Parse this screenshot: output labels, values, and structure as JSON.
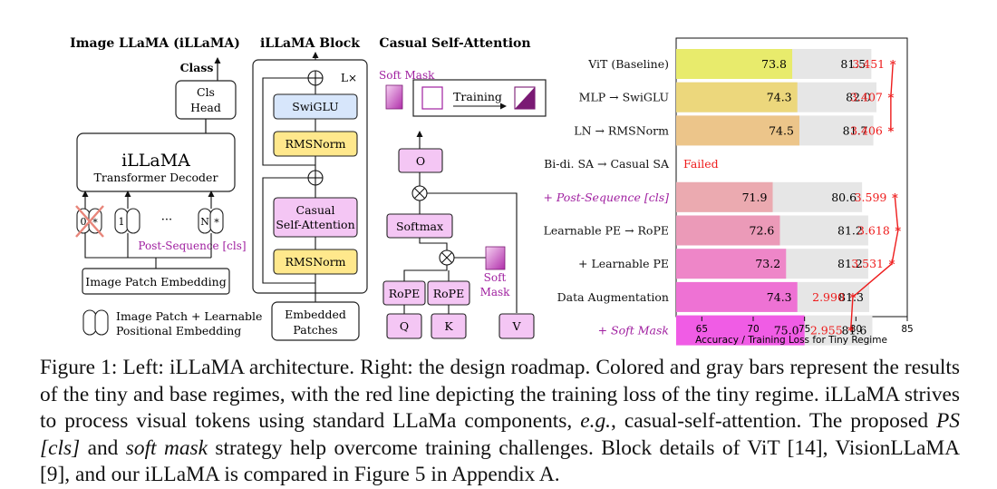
{
  "colors": {
    "block_yellow": "#ffe88c",
    "block_blue": "#d7e6fb",
    "block_purple": "#f4c6f4",
    "accent_purple": "#a020a0",
    "loss_red": "#ee1c1c",
    "base_gray": "#e6e6e6"
  },
  "diagram": {
    "arch": {
      "title": "Image LLaMA (iLLaMA)",
      "class_label": "Class",
      "cls_head": [
        "Cls",
        "Head"
      ],
      "decoder_title": "iLLaMA",
      "decoder_sub": "Transformer Decoder",
      "token_labels": [
        "0",
        "1",
        "N"
      ],
      "token_star": "*",
      "ellipsis": "···",
      "ps_label": "Post-Sequence [cls]",
      "embedding": "Image Patch Embedding",
      "legend": [
        "Image Patch + Learnable",
        "Positional Embedding"
      ]
    },
    "block": {
      "title": "iLLaMA Block",
      "repeat": "L×",
      "swiglu": "SwiGLU",
      "rmsnorm_top": "RMSNorm",
      "attention": [
        "Casual",
        "Self-Attention"
      ],
      "rmsnorm_bottom": "RMSNorm",
      "embedded": [
        "Embedded",
        "Patches"
      ]
    },
    "attention": {
      "title": "Casual Self-Attention",
      "soft_mask": "Soft Mask",
      "training": "Training",
      "o": "O",
      "softmax": "Softmax",
      "rope_q": "RoPE",
      "rope_k": "RoPE",
      "q": "Q",
      "k": "K",
      "v": "V",
      "soft_mask_side": [
        "Soft",
        "Mask"
      ]
    }
  },
  "chart_data": {
    "type": "bar",
    "orientation": "horizontal",
    "xlabel": "Accuracy / Training Loss for Tiny Regime",
    "xlim": [
      62.5,
      85
    ],
    "xticks": [
      65,
      70,
      75,
      80,
      85
    ],
    "categories": [
      "ViT (Baseline)",
      "MLP → SwiGLU",
      "LN → RMSNorm",
      "Bi-di. SA → Casual SA",
      "+ Post-Sequence [cls]",
      "Learnable PE → RoPE",
      "+ Learnable PE",
      "Data Augmentation",
      "+ Soft Mask"
    ],
    "category_italic": [
      false,
      false,
      false,
      false,
      true,
      false,
      false,
      false,
      true
    ],
    "category_purple": [
      false,
      false,
      false,
      false,
      true,
      false,
      false,
      false,
      true
    ],
    "failed_label": "Failed",
    "tiny_accuracy": [
      73.8,
      74.3,
      74.5,
      null,
      71.9,
      72.6,
      73.2,
      74.3,
      75.0
    ],
    "tiny_labels": [
      "73.8",
      "74.3",
      "74.5",
      "",
      "71.9",
      "72.6",
      "73.2",
      "74.3",
      "75.0"
    ],
    "base_accuracy": [
      81.5,
      82.0,
      81.7,
      null,
      80.6,
      81.2,
      81.2,
      81.3,
      81.6
    ],
    "base_labels": [
      "81.5",
      "82.0",
      "81.7",
      "",
      "80.6",
      "81.2",
      "81.2",
      "81.3",
      "81.6"
    ],
    "training_loss": [
      3.451,
      3.407,
      3.406,
      null,
      3.599,
      3.618,
      3.531,
      2.99,
      2.955
    ],
    "loss_labels": [
      "3.451",
      "3.407",
      "3.406",
      "",
      "3.599",
      "3.618",
      "3.531",
      "2.990",
      "2.955"
    ],
    "loss_marker_x": [
      83.6,
      83.4,
      83.4,
      null,
      83.8,
      84.1,
      83.5,
      79.7,
      79.5
    ],
    "bar_colors": [
      "#e8eb6c",
      "#ecd77c",
      "#ecc58a",
      null,
      "#ebaab0",
      "#eb9ab8",
      "#ee86c8",
      "#ee72d4",
      "#f05ce5"
    ]
  },
  "caption": {
    "p1": "Figure 1: Left: iLLaMA architecture. Right: the design roadmap. Colored and gray bars represent the results of the tiny and base regimes, with the red line depicting the training loss of the tiny regime. iLLaMA strives to process visual tokens using standard LLaMa components, ",
    "eg": "e.g.",
    "p2": ", casual-self-attention. The proposed ",
    "ps": "PS [cls]",
    "p3": " and ",
    "sm": "soft mask",
    "p4": " strategy help overcome training challenges. Block details of ViT [14], VisionLLaMA [9], and our iLLaMA is compared in Figure 5 in Appendix A."
  }
}
